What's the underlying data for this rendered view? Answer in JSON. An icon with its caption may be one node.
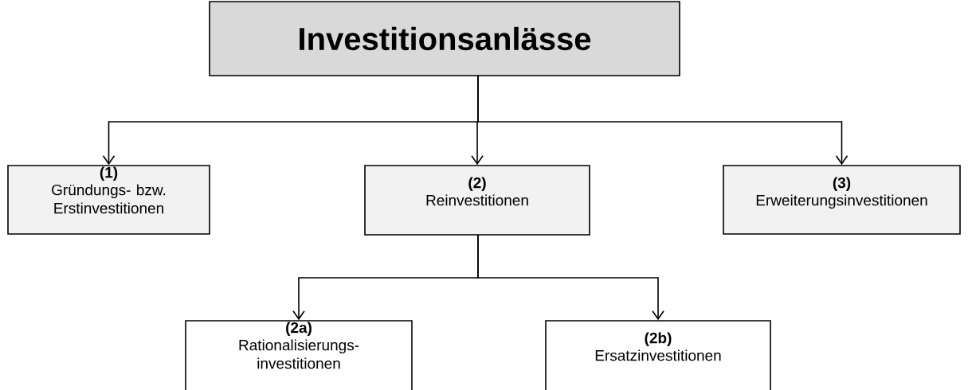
{
  "diagram": {
    "nodes": [
      {
        "text": [
          "Investitionsanlässe"
        ]
      },
      {
        "text": [
          "(1)",
          "Gründungs- bzw. Erstinvestitionen"
        ]
      },
      {
        "text": [
          "(2)",
          "Reinvestitionen"
        ]
      },
      {
        "text": [
          "(3)",
          "Erweiterungsinvestitionen"
        ]
      },
      {
        "text": [
          "(2a)",
          "Rationalisierungs- investitionen"
        ]
      },
      {
        "text": [
          "(2b)",
          "Ersatzinvestitionen"
        ]
      }
    ],
    "edges": [
      {
        "from": 0,
        "to": 1,
        "arrow": "to"
      },
      {
        "from": 0,
        "to": 2,
        "arrow": "to"
      },
      {
        "from": 0,
        "to": 3,
        "arrow": "to"
      },
      {
        "from": 2,
        "to": 4,
        "arrow": "to"
      },
      {
        "from": 2,
        "to": 5,
        "arrow": "to"
      }
    ]
  }
}
